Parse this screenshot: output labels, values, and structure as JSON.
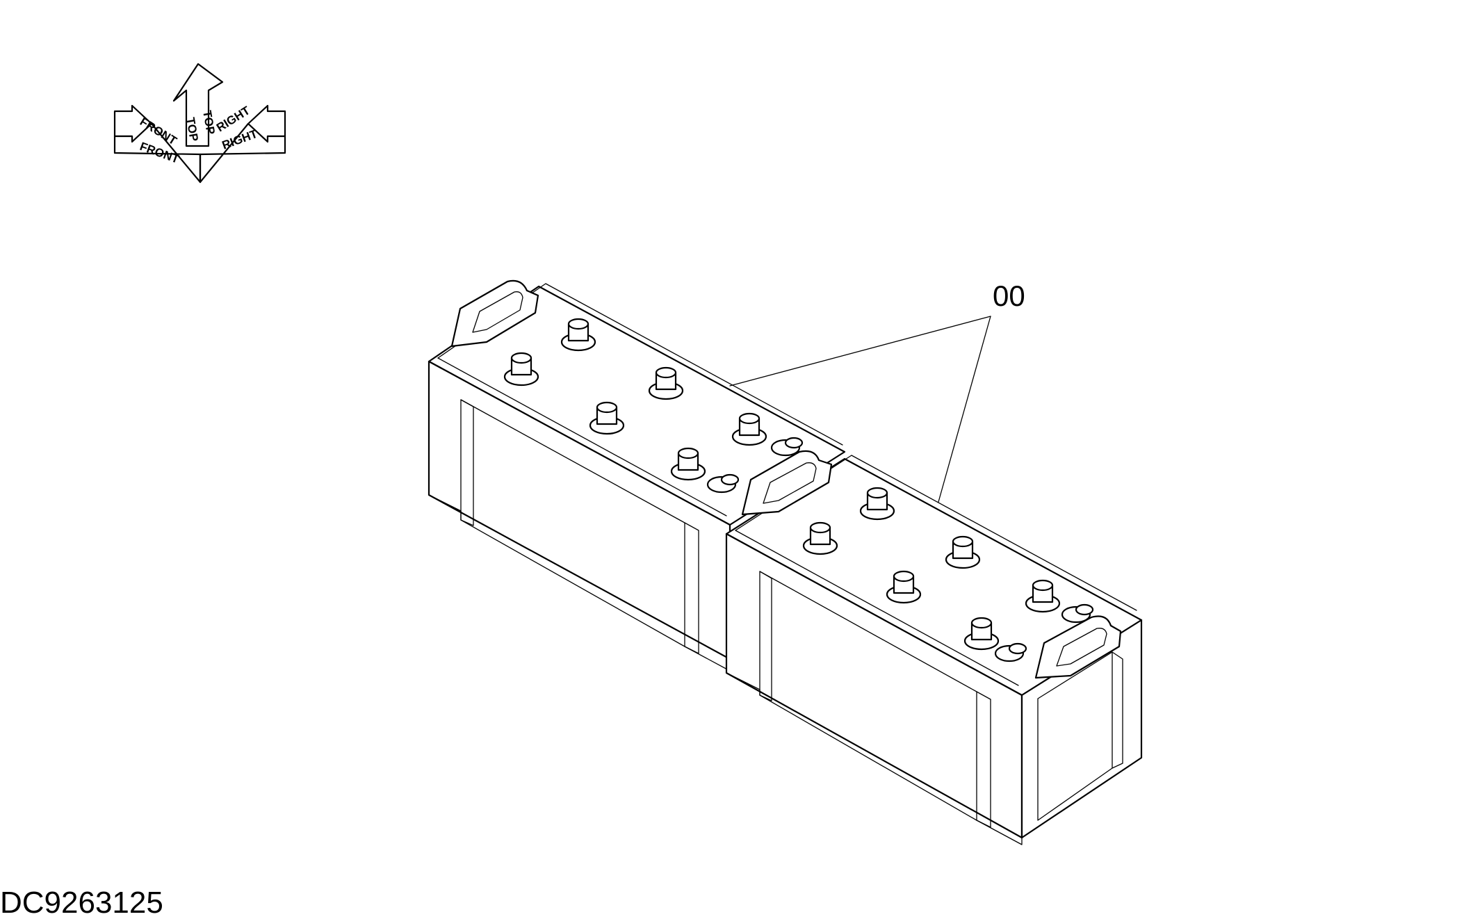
{
  "orientation": {
    "front_label": "FRONT",
    "top_label": "TOP",
    "right_label": "RIGHT"
  },
  "callout": {
    "label": "00"
  },
  "document": {
    "id": "DC9263125"
  }
}
